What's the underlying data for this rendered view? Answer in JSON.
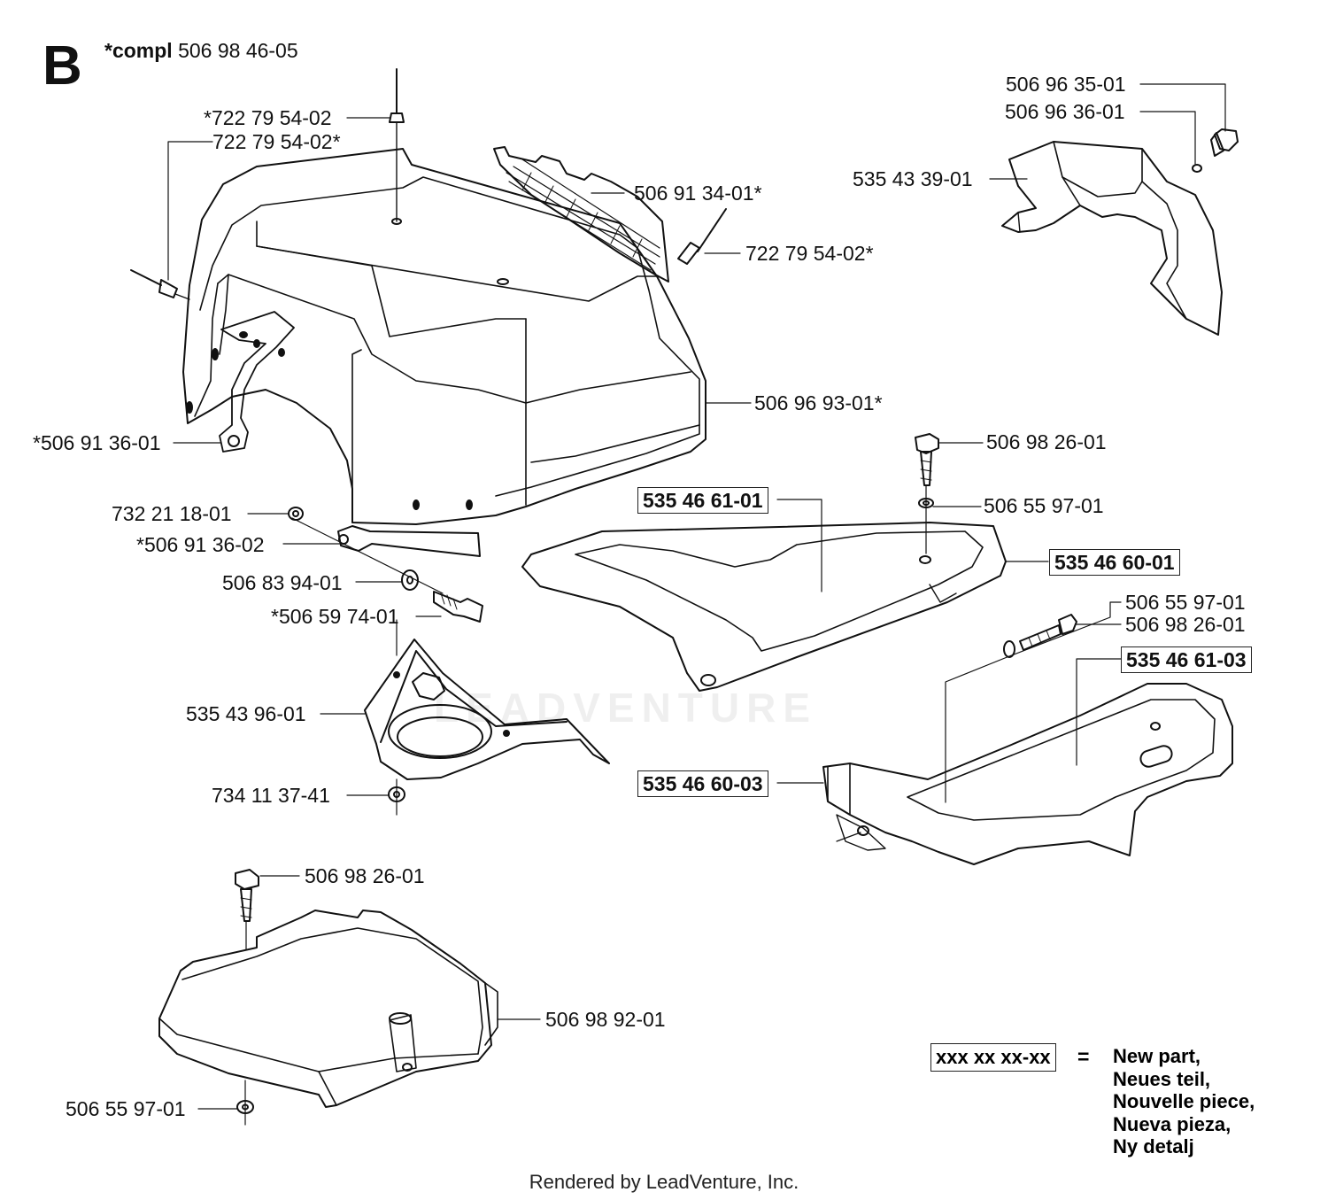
{
  "section_letter": "B",
  "assembly": {
    "prefix": "*compl",
    "number": "506 98 46-05"
  },
  "labels": {
    "p01": "*722 79 54-02",
    "p02": "722 79 54-02*",
    "p03": "506 91 34-01*",
    "p04": "722 79 54-02*",
    "p05": "506 96 93-01*",
    "p06": "*506 91 36-01",
    "p07": "732 21 18-01",
    "p08": "*506 91 36-02",
    "p09": "506 83 94-01",
    "p10": "*506 59 74-01",
    "p11": "535 43 96-01",
    "p12": "734 11 37-41",
    "p13": "506 98 26-01",
    "p14": "506 98 92-01",
    "p15": "506 55 97-01",
    "p16": "506 96 35-01",
    "p17": "506 96 36-01",
    "p18": "535 43 39-01",
    "p19": "506 98 26-01",
    "p20": "506 55 97-01",
    "p21": "535 46 61-01",
    "p22": "535 46 60-01",
    "p23": "506 55 97-01",
    "p24": "506 98 26-01",
    "p25": "535 46 61-03",
    "p26": "535 46 60-03"
  },
  "legend": {
    "sample": "xxx xx xx-xx",
    "equals": "=",
    "lines": [
      "New part,",
      "Neues teil,",
      "Nouvelle piece,",
      "Nueva pieza,",
      "Ny detalj"
    ]
  },
  "watermark": "LEADVENTURE",
  "footer": "Rendered by LeadVenture, Inc."
}
